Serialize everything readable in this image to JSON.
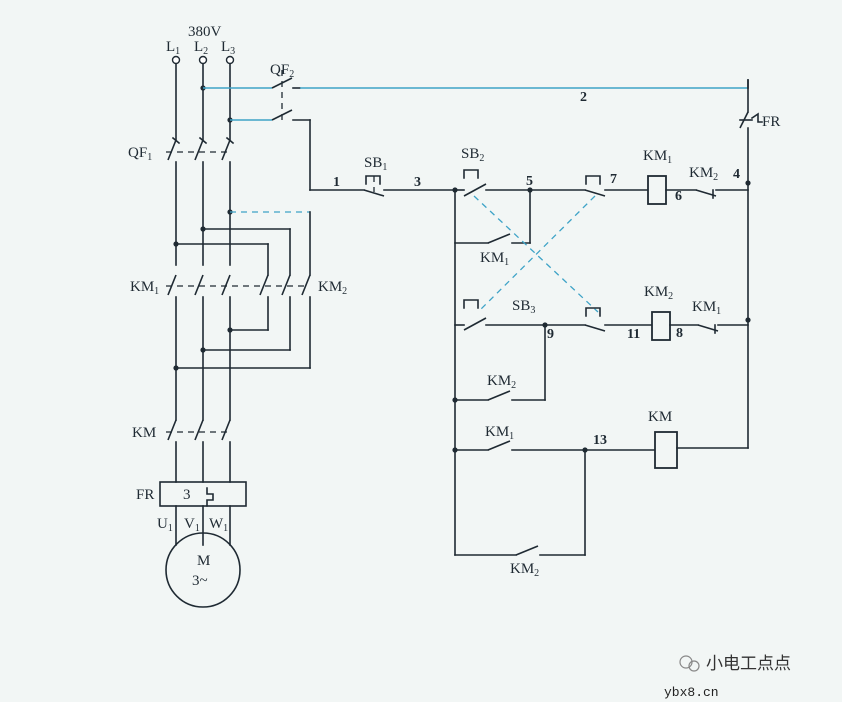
{
  "supply": {
    "voltage": "380V",
    "phases": [
      {
        "base": "L",
        "sub": "1"
      },
      {
        "base": "L",
        "sub": "2"
      },
      {
        "base": "L",
        "sub": "3"
      }
    ]
  },
  "components": {
    "qf1": {
      "base": "QF",
      "sub": "1"
    },
    "qf2": {
      "base": "QF",
      "sub": "2"
    },
    "km1_main": {
      "base": "KM",
      "sub": "1"
    },
    "km2_main": {
      "base": "KM",
      "sub": "2"
    },
    "km_main": "KM",
    "fr_block": "FR",
    "fr_block_num": "3",
    "fr_contact": "FR",
    "sb1": {
      "base": "SB",
      "sub": "1"
    },
    "sb2": {
      "base": "SB",
      "sub": "2"
    },
    "sb3": {
      "base": "SB",
      "sub": "3"
    },
    "km1_coil": {
      "base": "KM",
      "sub": "1"
    },
    "km2_coil": {
      "base": "KM",
      "sub": "2"
    },
    "km_coil": "KM",
    "km2_interlock": {
      "base": "KM",
      "sub": "2"
    },
    "km1_interlock": {
      "base": "KM",
      "sub": "1"
    },
    "km1_holding": {
      "base": "KM",
      "sub": "1"
    },
    "km2_holding": {
      "base": "KM",
      "sub": "2"
    },
    "km1_km_branch": {
      "base": "KM",
      "sub": "1"
    },
    "km2_km_branch": {
      "base": "KM",
      "sub": "2"
    }
  },
  "motor": {
    "terminals": [
      {
        "base": "U",
        "sub": "1"
      },
      {
        "base": "V",
        "sub": "1"
      },
      {
        "base": "W",
        "sub": "1"
      }
    ],
    "name": "M",
    "type": "3~"
  },
  "wire_numbers": {
    "n1": "1",
    "n2": "2",
    "n3": "3",
    "n4": "4",
    "n5": "5",
    "n6": "6",
    "n7": "7",
    "n8": "8",
    "n9": "9",
    "n11": "11",
    "n13": "13"
  },
  "watermark": {
    "brand": "小电工点点",
    "site": "ybx8.cn"
  },
  "colors": {
    "wire": "#1f2a33",
    "control_wire": "#3ea3c7",
    "background": "#f2f6f5"
  }
}
